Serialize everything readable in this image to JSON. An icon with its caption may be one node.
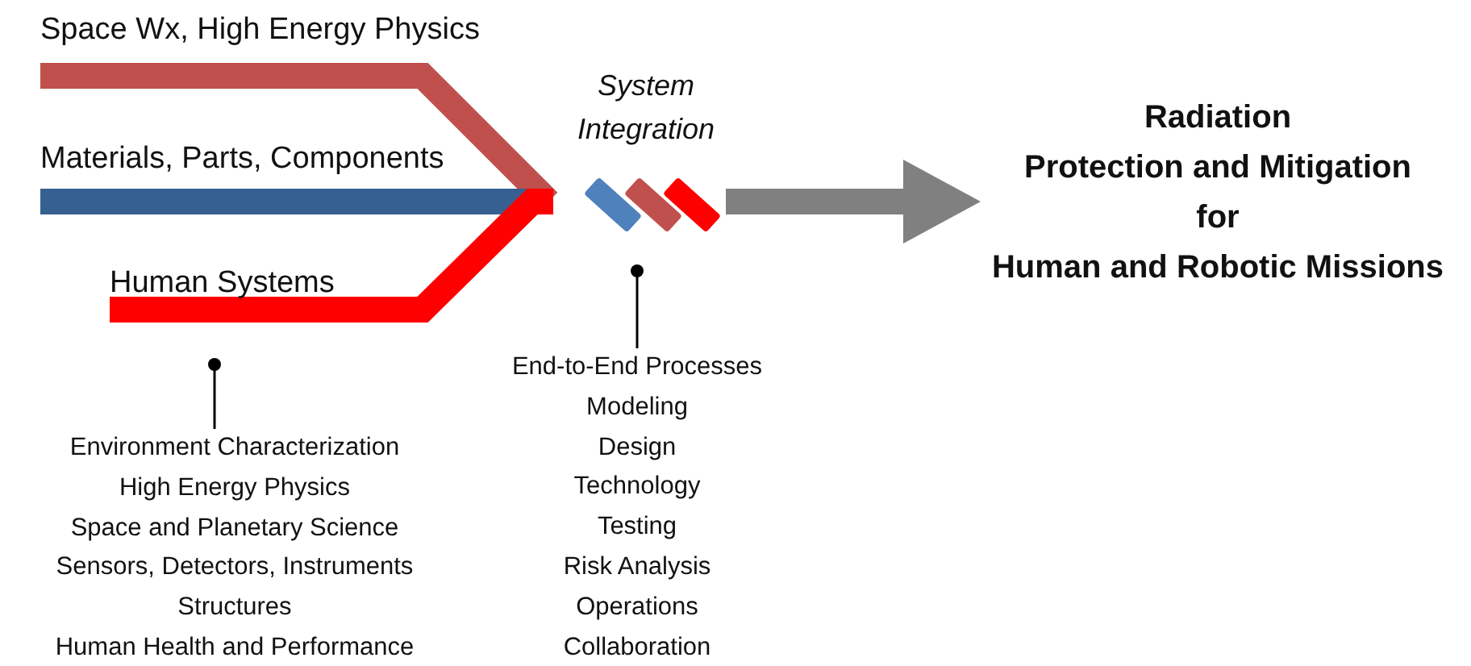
{
  "diagram": {
    "nodes": [
      {
        "text": [
          "Space Wx, High Energy Physics"
        ]
      },
      {
        "text": [
          "Materials, Parts, Components"
        ]
      },
      {
        "text": [
          "Human Systems"
        ]
      },
      {
        "text": [
          "System Integration"
        ]
      },
      {
        "text": [
          "Radiation",
          "Protection and Mitigation",
          "for",
          "Human and Robotic Missions"
        ]
      },
      {
        "text": [
          "Environment Characterization",
          "High Energy Physics",
          "Space and Planetary Science",
          "Sensors, Detectors, Instruments",
          "Structures",
          "Human Health and Performance"
        ]
      },
      {
        "text": [
          "End-to-End Processes",
          "Modeling",
          "Design",
          "Technology",
          "Testing",
          "Risk Analysis",
          "Operations",
          "Collaboration"
        ]
      }
    ],
    "edges": [
      {
        "from": 0,
        "to": 3,
        "arrow": "none",
        "color": "#c0504d"
      },
      {
        "from": 1,
        "to": 3,
        "arrow": "none",
        "color": "#376092"
      },
      {
        "from": 2,
        "to": 3,
        "arrow": "none",
        "color": "#ff0000"
      },
      {
        "from": 3,
        "to": 4,
        "arrow": "to",
        "color": "#808080"
      },
      {
        "from": 5,
        "to": null,
        "arrow": "other"
      },
      {
        "from": 6,
        "to": 3,
        "arrow": "other"
      }
    ]
  }
}
